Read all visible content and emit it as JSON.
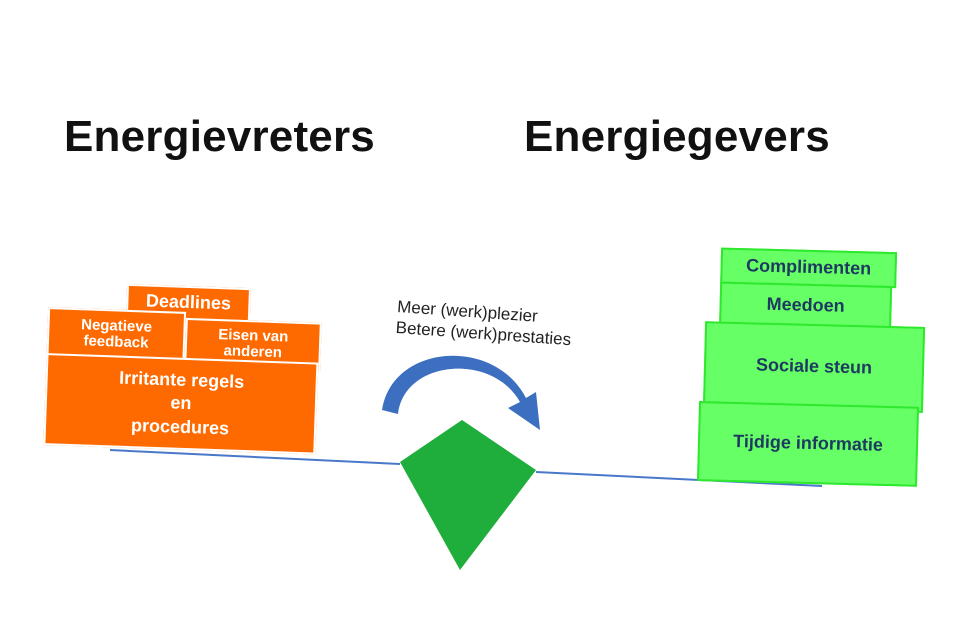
{
  "headings": {
    "left": "Energievreters",
    "right": "Energiegevers"
  },
  "drainers": {
    "deadlines": "Deadlines",
    "negative_feedback": [
      "Negatieve",
      "feedback"
    ],
    "demands_others": [
      "Eisen van",
      "anderen"
    ],
    "rules": [
      "Irritante regels",
      "en",
      "procedures"
    ]
  },
  "givers": {
    "compliments": "Complimenten",
    "participation": "Meedoen",
    "social_support": "Sociale steun",
    "timely_info": "Tijdige informatie"
  },
  "caption": {
    "line1": "Meer (werk)plezier",
    "line2": "Betere (werk)prestaties"
  },
  "colors": {
    "orange": "#ff6a00",
    "light_green": "#66ff66",
    "fulcrum_green": "#1fae3c",
    "beam_blue": "#4a78c8",
    "arrow_blue": "#3d6fc0",
    "text_navy": "#1f3a60"
  },
  "icons": {
    "arrow": "curved-arrow-icon",
    "fulcrum": "diamond-fulcrum"
  }
}
